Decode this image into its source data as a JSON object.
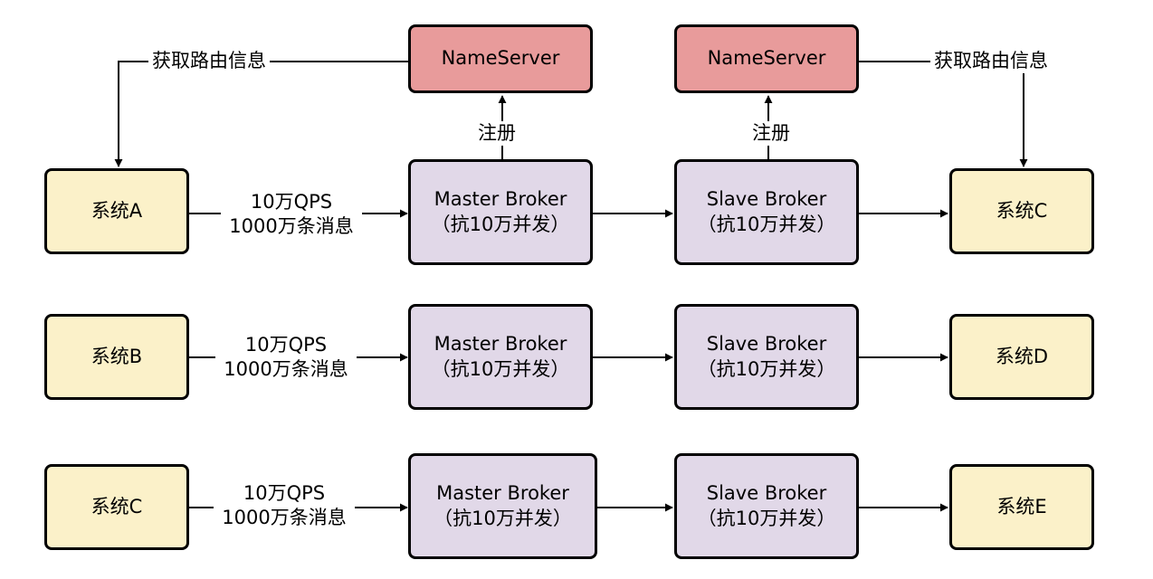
{
  "nameservers": [
    {
      "label": "NameServer"
    },
    {
      "label": "NameServer"
    }
  ],
  "edge_labels": {
    "route_left": "获取路由信息",
    "route_right": "获取路由信息",
    "register": "注册"
  },
  "rows": [
    {
      "producer": "系统A",
      "flow_line1": "10万QPS",
      "flow_line2": "1000万条消息",
      "master_line1": "Master Broker",
      "master_line2": "（抗10万并发）",
      "slave_line1": "Slave Broker",
      "slave_line2": "（抗10万并发）",
      "consumer": "系统C"
    },
    {
      "producer": "系统B",
      "flow_line1": "10万QPS",
      "flow_line2": "1000万条消息",
      "master_line1": "Master Broker",
      "master_line2": "（抗10万并发）",
      "slave_line1": "Slave Broker",
      "slave_line2": "（抗10万并发）",
      "consumer": "系统D"
    },
    {
      "producer": "系统C",
      "flow_line1": "10万QPS",
      "flow_line2": "1000万条消息",
      "master_line1": "Master Broker",
      "master_line2": "（抗10万并发）",
      "slave_line1": "Slave Broker",
      "slave_line2": "（抗10万并发）",
      "consumer": "系统E"
    }
  ]
}
